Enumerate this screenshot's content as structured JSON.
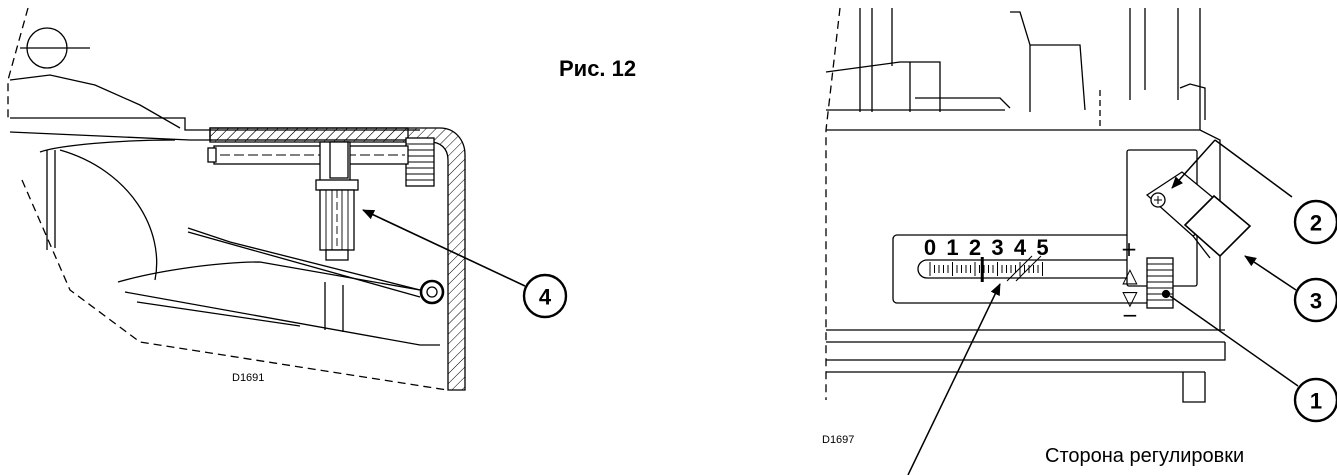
{
  "figure_title": "Рис. 12",
  "left_drawing": {
    "code": "D1691",
    "callouts": [
      {
        "number": "4"
      }
    ]
  },
  "right_drawing": {
    "code": "D1697",
    "caption": "Сторона регулировки",
    "scale": {
      "numbers": [
        "0",
        "1",
        "2",
        "3",
        "4",
        "5"
      ],
      "indicator_value": 2.5
    },
    "adjust_symbols": {
      "plus": "+",
      "up": "△",
      "down": "▽",
      "minus": "−"
    },
    "callouts": [
      {
        "number": "2"
      },
      {
        "number": "3"
      },
      {
        "number": "1"
      }
    ]
  }
}
